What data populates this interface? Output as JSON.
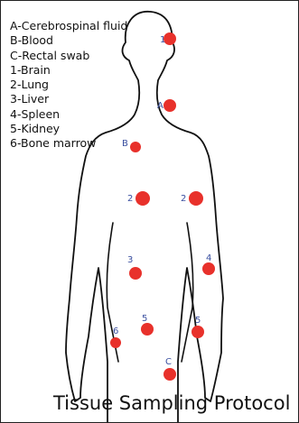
{
  "legend": [
    "A-Cerebrospinal fluid",
    "B-Blood",
    "C-Rectal swab",
    "1-Brain",
    "2-Lung",
    "3-Liver",
    "4-Spleen",
    "5-Kidney",
    "6-Bone marrow"
  ],
  "title": "Tissue Sampling Protocol",
  "sites": [
    {
      "label": "1",
      "tissue": "Brain"
    },
    {
      "label": "A",
      "tissue": "Cerebrospinal fluid"
    },
    {
      "label": "B",
      "tissue": "Blood"
    },
    {
      "label": "2",
      "tissue": "Lung"
    },
    {
      "label": "2",
      "tissue": "Lung"
    },
    {
      "label": "3",
      "tissue": "Liver"
    },
    {
      "label": "4",
      "tissue": "Spleen"
    },
    {
      "label": "6",
      "tissue": "Bone marrow"
    },
    {
      "label": "5",
      "tissue": "Kidney"
    },
    {
      "label": "5",
      "tissue": "Kidney"
    },
    {
      "label": "C",
      "tissue": "Rectal swab"
    }
  ],
  "colors": {
    "dot": "#e8312b",
    "label": "#3a4fa0",
    "outline": "#111111",
    "text": "#111111"
  }
}
